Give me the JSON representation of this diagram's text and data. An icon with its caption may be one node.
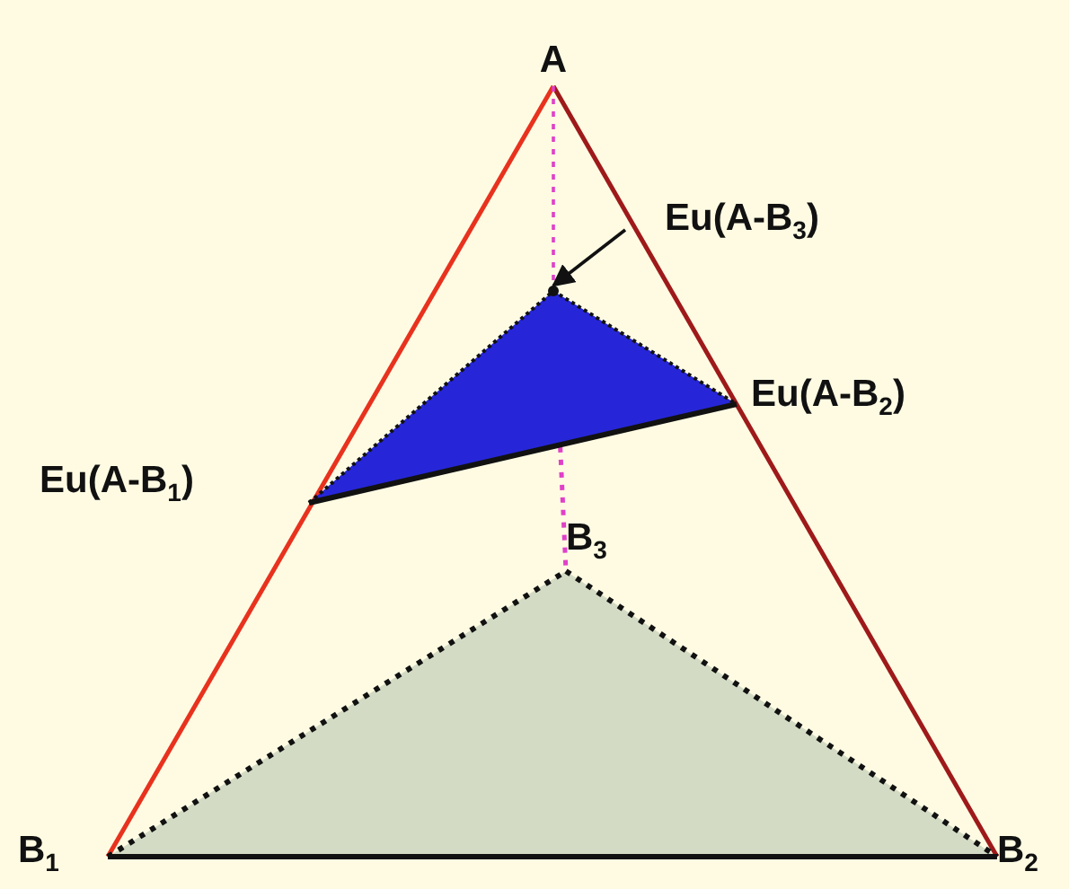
{
  "diagram": {
    "nodes": [
      {
        "text": [
          "A"
        ]
      },
      {
        "text": [
          "B$_{1}$"
        ]
      },
      {
        "text": [
          "B$_{2}$"
        ]
      },
      {
        "text": [
          "B$_{3}$"
        ]
      },
      {
        "text": [
          "Eu(A-B$_{3}$)"
        ]
      },
      {
        "text": [],
        "shape": "circle"
      }
    ],
    "edges": [
      {
        "from": 0,
        "to": 1,
        "arrow": "none",
        "color": "#e8321e"
      },
      {
        "from": 0,
        "to": 2,
        "arrow": "none",
        "color": "#9e1a1a"
      },
      {
        "from": 1,
        "to": 2,
        "arrow": "none"
      },
      {
        "from": 0,
        "to": 5,
        "arrow": "none",
        "style": "dashed",
        "color": "#e040c8"
      },
      {
        "from": 5,
        "to": 3,
        "arrow": "none",
        "style": "dashed",
        "color": "#e040c8"
      },
      {
        "from": 1,
        "to": 3,
        "arrow": "none",
        "style": "dashed"
      },
      {
        "from": 3,
        "to": 2,
        "arrow": "none",
        "style": "dashed"
      },
      {
        "from": 4,
        "to": 5,
        "arrow": "to"
      }
    ],
    "labels": [
      "Eu(A-B$_{2}$)",
      "Eu(A-B$_{1}$)"
    ]
  }
}
